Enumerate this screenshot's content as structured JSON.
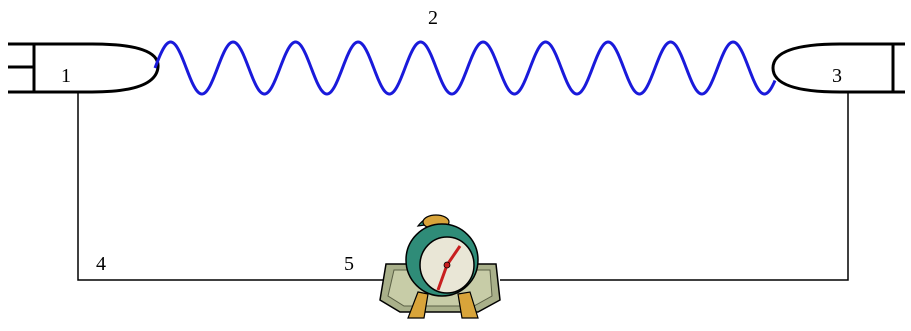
{
  "diagram": {
    "labels": {
      "l1": "1",
      "l2": "2",
      "l3": "3",
      "l4": "4",
      "l5": "5"
    },
    "colors": {
      "spring": "#1a1adb",
      "lines": "#000000",
      "clock_body": "#2f8c78",
      "clock_base": "#a9b08a",
      "clock_accent": "#d8a43a",
      "clock_hand": "#c81f1f"
    },
    "icons": {
      "clock": "alarm-clock-icon"
    }
  }
}
